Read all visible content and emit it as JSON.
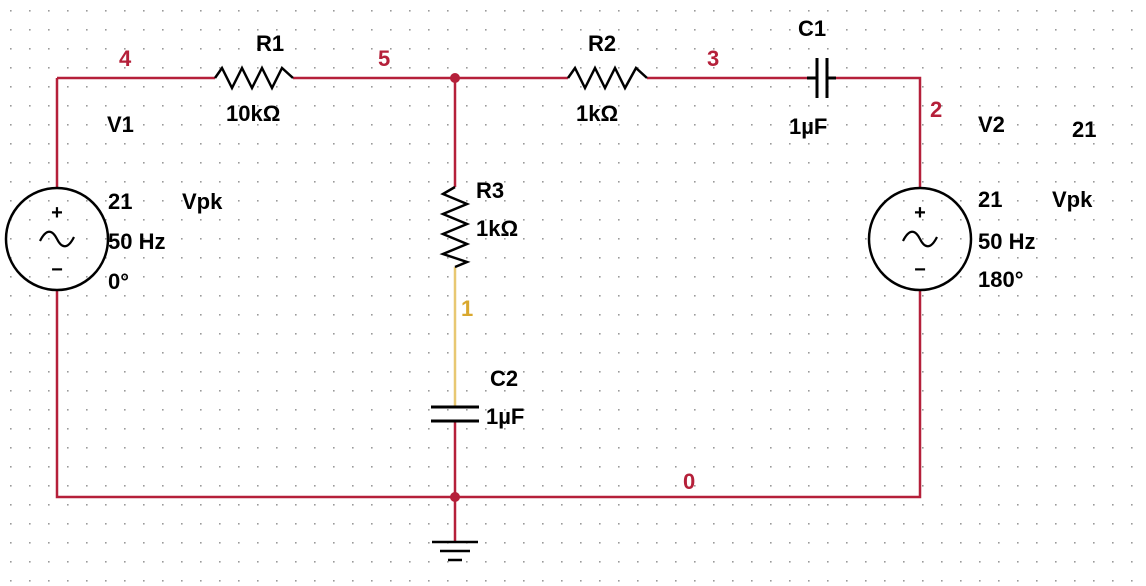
{
  "colors": {
    "grid_dot": "#9a9a9a",
    "wire": "#b5203a",
    "component": "#000000",
    "node_label": "#b5203a",
    "node1_label": "#d9a82e",
    "wire_node1": "#e8c872",
    "junction": "#b5203a"
  },
  "nodes": {
    "n4": "4",
    "n5": "5",
    "n3": "3",
    "n2": "2",
    "n1": "1",
    "n0": "0"
  },
  "components": {
    "R1": {
      "name": "R1",
      "value": "10kΩ"
    },
    "R2": {
      "name": "R2",
      "value": "1kΩ"
    },
    "R3": {
      "name": "R3",
      "value": "1kΩ"
    },
    "C1": {
      "name": "C1",
      "value": "1µF"
    },
    "C2": {
      "name": "C2",
      "value": "1µF"
    },
    "V1": {
      "name": "V1",
      "amplitude": "21",
      "unit": "Vpk",
      "frequency": "50 Hz",
      "phase": "0°",
      "plus": "+",
      "minus": "−"
    },
    "V2": {
      "name": "V2",
      "extra": "21",
      "amplitude": "21",
      "unit": "Vpk",
      "frequency": "50 Hz",
      "phase": "180°",
      "plus": "+",
      "minus": "−"
    }
  }
}
